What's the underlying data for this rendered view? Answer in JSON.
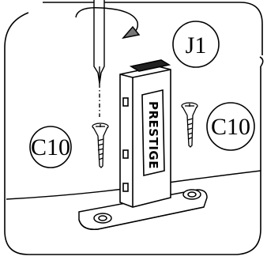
{
  "labels": {
    "step": "J1",
    "screw_left": "C10",
    "screw_right": "C10"
  },
  "brand": "PRESTIGE",
  "icons": {
    "screwdriver": "screwdriver-icon",
    "rotation": "clockwise-rotation-arrow-icon",
    "screw": "wood-screw-icon"
  },
  "colors": {
    "line": "#000000",
    "background": "#ffffff"
  }
}
